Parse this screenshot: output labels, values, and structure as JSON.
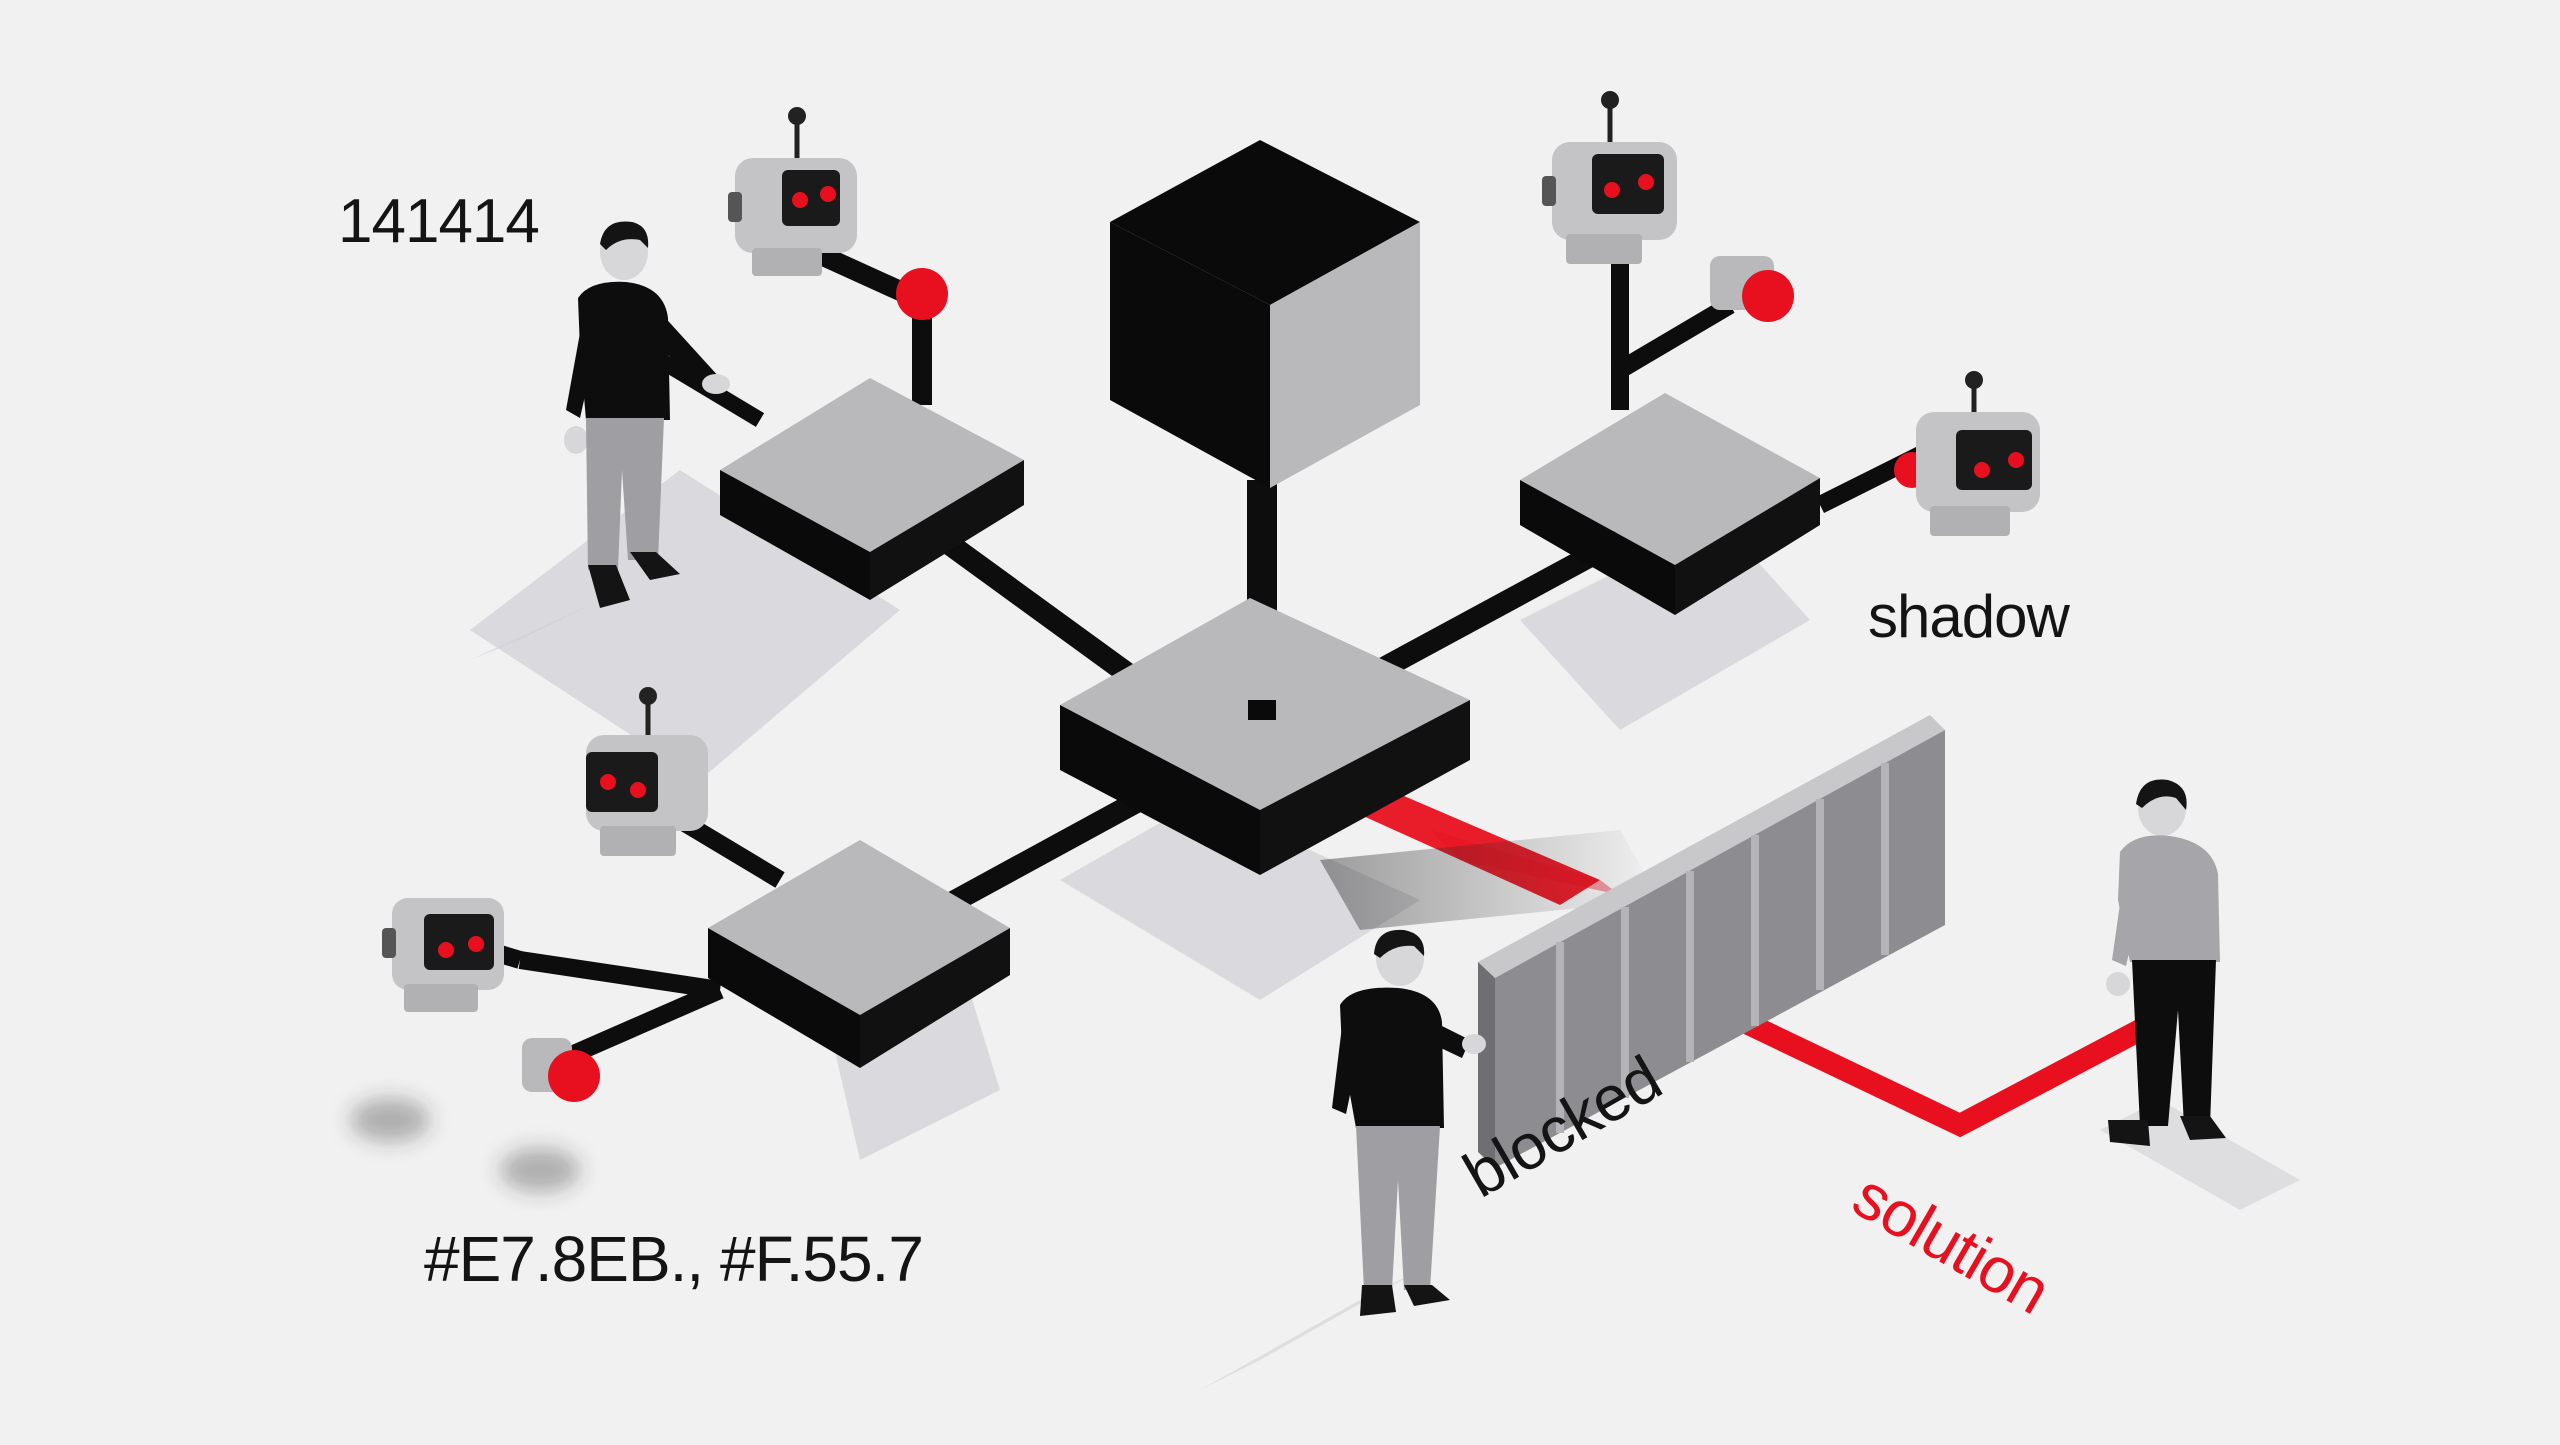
{
  "labels": {
    "top_left": "141414",
    "shadow": "shadow",
    "colors": "#E7.8EB., #F.55.7",
    "blocked": "blocked",
    "solution": "solution"
  },
  "colors": {
    "background": "#f1f1f2",
    "box_top": "#b9b9bc",
    "box_side_dark": "#0a0a0a",
    "connector": "#0d0d0d",
    "accent_red": "#e8101e",
    "barrier": "#8d8d91",
    "robot_body": "#c4c4c7",
    "shadow": "#d4d4d8"
  },
  "nodes": [
    {
      "id": "hub",
      "label": ""
    },
    {
      "id": "node-top-left",
      "label": ""
    },
    {
      "id": "node-top-right",
      "label": ""
    },
    {
      "id": "node-bottom-left",
      "label": ""
    },
    {
      "id": "cube-monitor",
      "label": ""
    }
  ],
  "icons": [
    "robot-icon",
    "red-dot-icon",
    "person-icon",
    "barrier-icon",
    "cube-icon"
  ]
}
